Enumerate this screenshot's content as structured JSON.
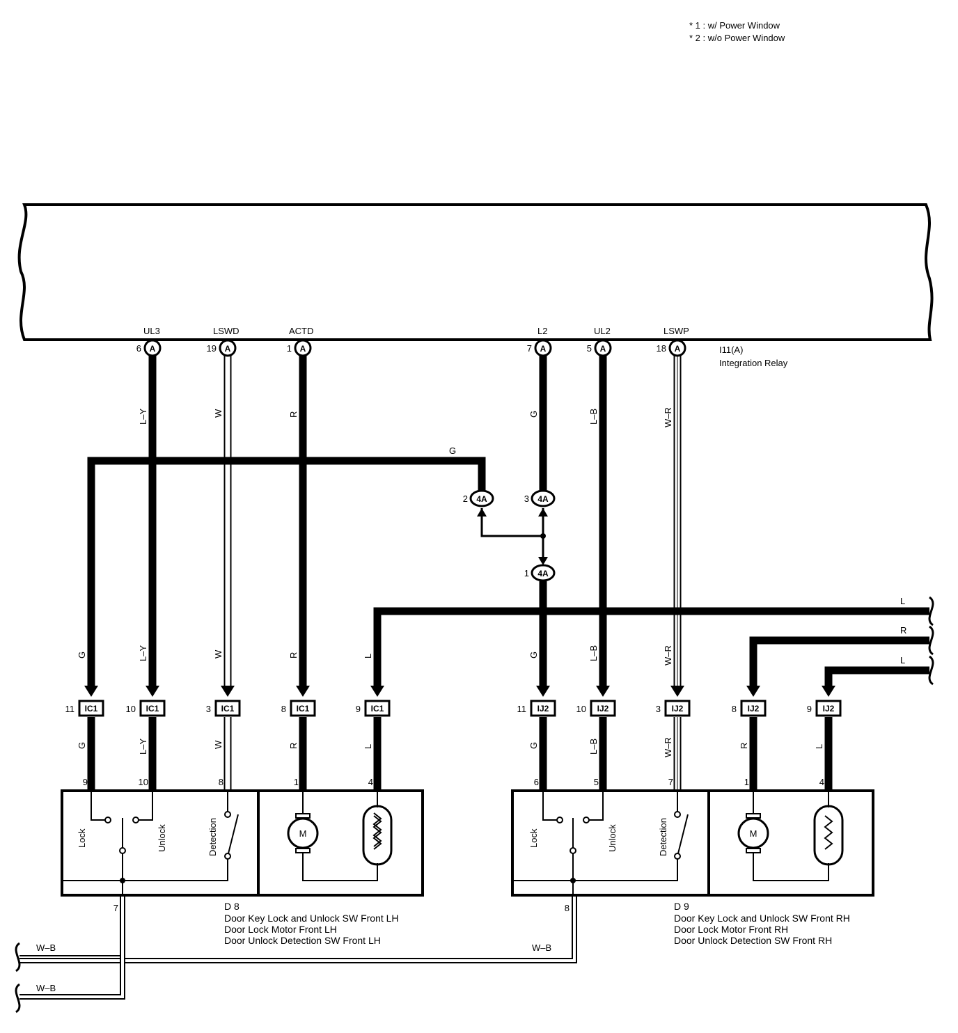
{
  "notes": [
    "* 1 : w/ Power Window",
    "* 2 : w/o Power Window"
  ],
  "relay": {
    "code": "I11(A)",
    "name": "Integration Relay",
    "connector_letter": "A",
    "terminals": [
      {
        "name": "UL3",
        "pin": "6",
        "wire": "L–Y"
      },
      {
        "name": "LSWD",
        "pin": "19",
        "wire": "W"
      },
      {
        "name": "ACTD",
        "pin": "1",
        "wire": "R"
      },
      {
        "name": "L2",
        "pin": "7",
        "wire": "G"
      },
      {
        "name": "UL2",
        "pin": "5",
        "wire": "L–B"
      },
      {
        "name": "LSWP",
        "pin": "18",
        "wire": "W–R"
      }
    ]
  },
  "junction": {
    "code": "4A",
    "pins": [
      "2",
      "3",
      "1"
    ],
    "wire": "G"
  },
  "side_wires": [
    "L",
    "R",
    "L"
  ],
  "connectors_left": {
    "code": "IC1",
    "pins": [
      {
        "pin": "11",
        "wire": "G",
        "device_pin": "9"
      },
      {
        "pin": "10",
        "wire": "L–Y",
        "device_pin": "10"
      },
      {
        "pin": "3",
        "wire": "W",
        "device_pin": "8"
      },
      {
        "pin": "8",
        "wire": "R",
        "device_pin": "1"
      },
      {
        "pin": "9",
        "wire": "L",
        "device_pin": "4"
      }
    ]
  },
  "connectors_right": {
    "code": "IJ2",
    "pins": [
      {
        "pin": "11",
        "wire": "G",
        "device_pin": "6"
      },
      {
        "pin": "10",
        "wire": "L–B",
        "device_pin": "5"
      },
      {
        "pin": "3",
        "wire": "W–R",
        "device_pin": "7"
      },
      {
        "pin": "8",
        "wire": "R",
        "device_pin": "1"
      },
      {
        "pin": "9",
        "wire": "L",
        "device_pin": "4"
      }
    ]
  },
  "device_left": {
    "code": "D 8",
    "ground_pin": "7",
    "switch_labels": {
      "lock": "Lock",
      "unlock": "Unlock",
      "detection": "Detection"
    },
    "motor": "M",
    "lines": [
      "Door Key Lock and Unlock SW Front LH",
      "Door Lock Motor Front LH",
      "Door Unlock Detection SW Front LH"
    ]
  },
  "device_right": {
    "code": "D 9",
    "ground_pin": "8",
    "switch_labels": {
      "lock": "Lock",
      "unlock": "Unlock",
      "detection": "Detection"
    },
    "motor": "M",
    "lines": [
      "Door Key Lock and Unlock SW Front RH",
      "Door Lock Motor Front RH",
      "Door Unlock Detection SW Front RH"
    ]
  },
  "ground_wires": [
    "W–B",
    "W–B",
    "W–B"
  ]
}
